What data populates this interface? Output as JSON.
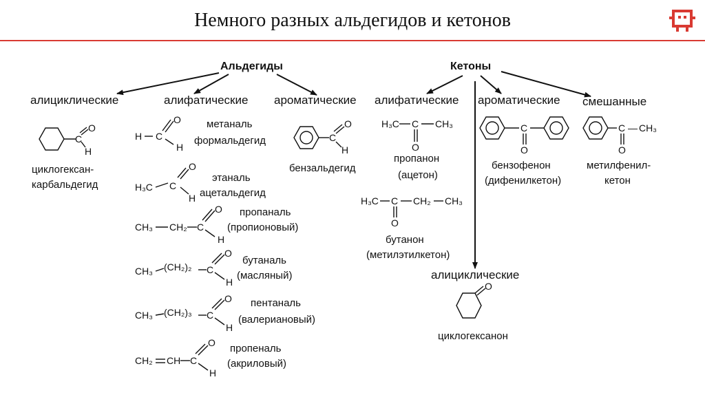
{
  "title": "Немного разных альдегидов и кетонов",
  "colors": {
    "accent": "#d93a32",
    "ink": "#111111"
  },
  "logo_icon": "pixel-robot-icon",
  "aldehydes": {
    "heading": "Альдегиды",
    "cat_alicyclic": "алициклические",
    "cat_aliphatic": "алифатические",
    "cat_aromatic": "ароматические",
    "cyclohexane_name_1": "циклогексан-",
    "cyclohexane_name_2": "карбальдегид",
    "methanal_1": "метаналь",
    "methanal_2": "формальдегид",
    "ethanal_1": "этаналь",
    "ethanal_2": "ацетальдегид",
    "propanal_1": "пропаналь",
    "propanal_2": "(пропионовый)",
    "butanal_1": "бутаналь",
    "butanal_2": "(масляный)",
    "pentanal_1": "пентаналь",
    "pentanal_2": "(валериановый)",
    "propenal_1": "пропеналь",
    "propenal_2": "(акриловый)",
    "benzaldehyde": "бензальдегид"
  },
  "ketones": {
    "heading": "Кетоны",
    "cat_aliphatic": "алифатические",
    "cat_aromatic": "ароматические",
    "cat_mixed": "смешанные",
    "cat_alicyclic": "алициклические",
    "propanone_1": "пропанон",
    "propanone_2": "(ацетон)",
    "butanone_1": "бутанон",
    "butanone_2": "(метилэтилкетон)",
    "benzophenone_1": "бензофенон",
    "benzophenone_2": "(дифенилкетон)",
    "methylphenyl_1": "метилфенил-",
    "methylphenyl_2": "кетон",
    "cyclohexanone": "циклогексанон"
  },
  "atoms": {
    "C": "C",
    "H": "H",
    "O": "O",
    "CH": "CH",
    "bond": "—",
    "dbl": "="
  },
  "formulas": {
    "ch3": "CH₃",
    "ch2": "CH₂",
    "h3c": "H₃C",
    "ch2n2": "(CH₂)₂",
    "ch2n3": "(CH₂)₃"
  }
}
